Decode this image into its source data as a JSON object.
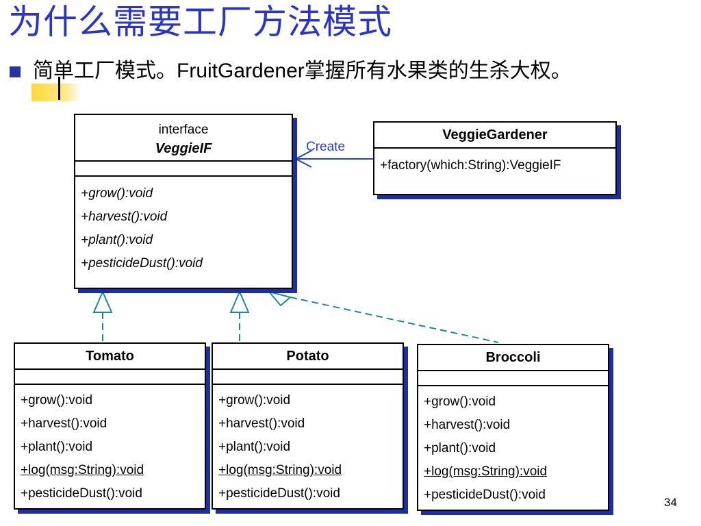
{
  "slide": {
    "title": "为什么需要工厂方法模式",
    "bullet": {
      "text_prefix": "简单工厂模式。",
      "text_latin": "FruitGardener",
      "text_suffix": "掌握所有水果类的生杀大权。"
    },
    "page_number": "34"
  },
  "diagram": {
    "interface": {
      "stereotype": "interface",
      "name": "VeggieIF",
      "operations": [
        "+grow():void",
        "+harvest():void",
        "+plant():void",
        "+pesticideDust():void"
      ]
    },
    "gardener": {
      "name": "VeggieGardener",
      "operations": [
        "+factory(which:String):VeggieIF"
      ]
    },
    "create_label": "Create",
    "products": [
      {
        "name": "Tomato",
        "operations": [
          "+grow():void",
          "+harvest():void",
          "+plant():void",
          "+log(msg:String):void",
          "+pesticideDust():void"
        ]
      },
      {
        "name": "Potato",
        "operations": [
          "+grow():void",
          "+harvest():void",
          "+plant():void",
          "+log(msg:String):void",
          "+pesticideDust():void"
        ]
      },
      {
        "name": "Broccoli",
        "operations": [
          "+grow():void",
          "+harvest():void",
          "+plant():void",
          "+log(msg:String):void",
          "+pesticideDust():void"
        ]
      }
    ],
    "colors": {
      "connector": "#1a8a9a",
      "create_arrow": "#2a3cd0",
      "title": "#2a34c8",
      "shadow": "#1c2fa0",
      "highlight": "#ffd83a"
    }
  }
}
